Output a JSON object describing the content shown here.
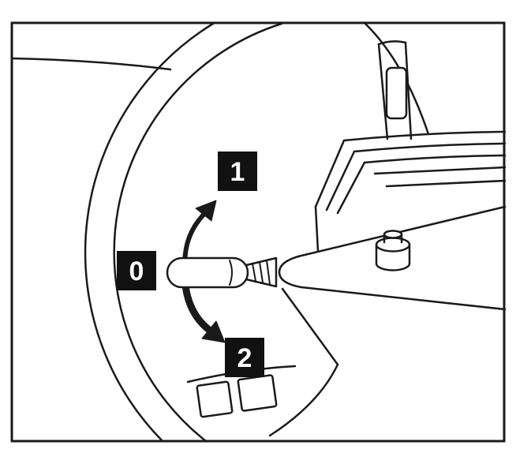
{
  "diagram": {
    "positions": {
      "up": "1",
      "rest": "0",
      "down": "2"
    },
    "colors": {
      "line": "#1a1a1a",
      "background": "#ffffff",
      "label_background": "#111111",
      "label_text": "#ffffff"
    }
  }
}
